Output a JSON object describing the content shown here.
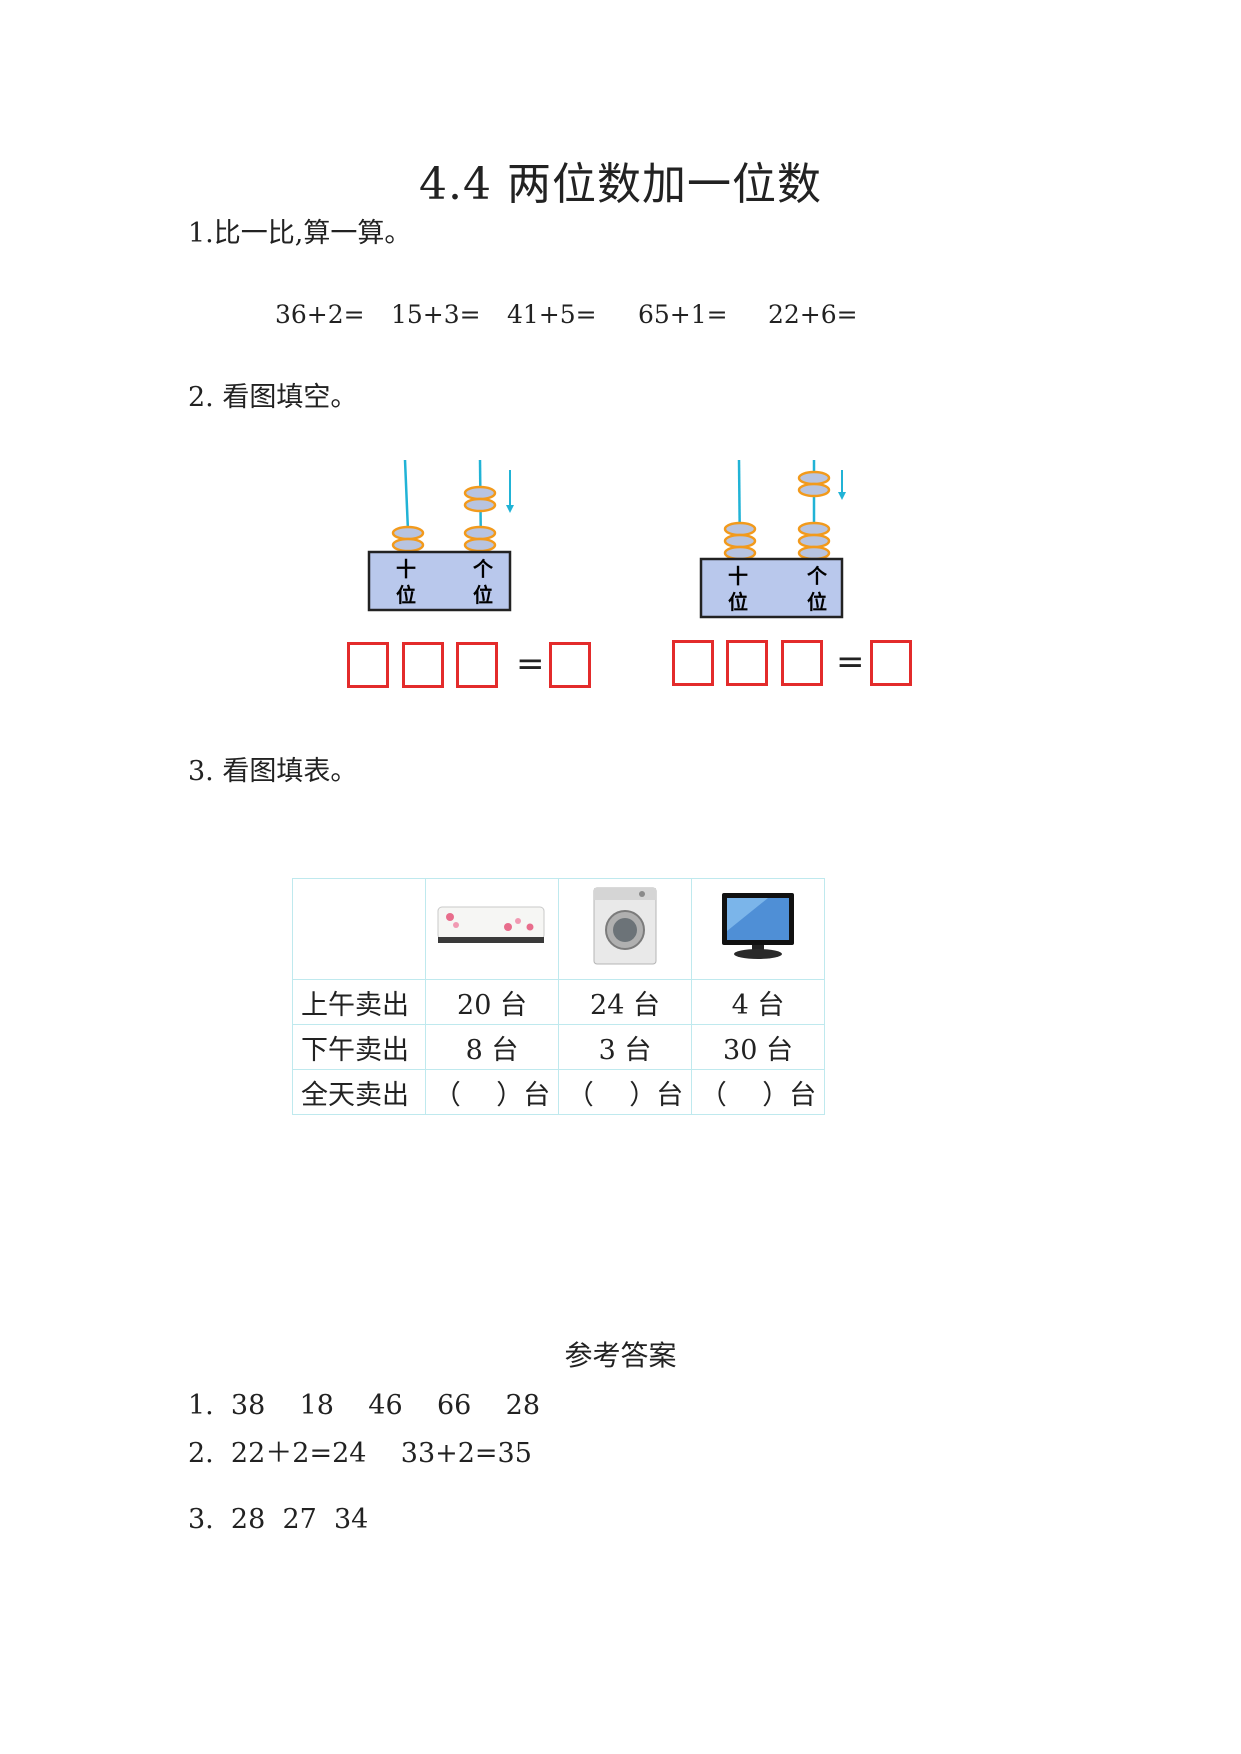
{
  "title": "4.4 两位数加一位数",
  "q1": {
    "label": "1.比一比,算一算。",
    "expressions": [
      "36+2=",
      "15+3=",
      "41+5=",
      "65+1=",
      "22+6="
    ]
  },
  "q2": {
    "label": "2.  看图填空。",
    "abacus_1": {
      "tens_label": "十\n位",
      "ones_label": "个\n位",
      "tens_beads": 2,
      "ones_beads": 4,
      "equals": "="
    },
    "abacus_2": {
      "tens_label": "十\n位",
      "ones_label": "个\n位",
      "tens_beads": 3,
      "ones_beads": 5,
      "equals": "="
    }
  },
  "q3": {
    "label": "3.  看图填表。",
    "products": [
      "air-conditioner",
      "washing-machine",
      "television"
    ],
    "rows": [
      {
        "label": "上午卖出",
        "values": [
          "20 台",
          "24 台",
          "4 台"
        ]
      },
      {
        "label": "下午卖出",
        "values": [
          "8 台",
          "3 台",
          "30 台"
        ]
      },
      {
        "label": "全天卖出",
        "values": [
          "（　 ）台",
          "（　 ）台",
          "（　 ）台"
        ]
      }
    ]
  },
  "answers": {
    "title": "参考答案",
    "a1": "1.  38    18    46    66    28",
    "a2": "2.  22＋2=24    33+2=35",
    "a3": "3.  28  27  34"
  },
  "colors": {
    "rod": "#21b3d6",
    "bead_fill": "#b8c4e0",
    "bead_edge": "#f29a1c",
    "base": "#b9c8ec",
    "box": "#e32b2b",
    "grid": "#bfe9ee"
  }
}
